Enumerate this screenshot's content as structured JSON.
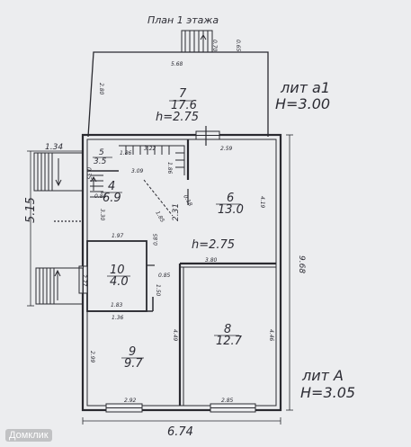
{
  "title": "План 1 этажа",
  "watermark": "Домклик",
  "blocks": [
    {
      "lit": "лит а1",
      "height": "H=3.00"
    },
    {
      "lit": "лит А",
      "height": "H=3.05"
    }
  ],
  "rooms": [
    {
      "num": "7",
      "area": "17.6",
      "h": "h=2.75"
    },
    {
      "num": "5",
      "area": "3.5"
    },
    {
      "num": "4",
      "area": "6.9"
    },
    {
      "num": "6",
      "area": "13.0"
    },
    {
      "num": "10",
      "area": "4.0"
    },
    {
      "num": "8",
      "area": "12.7"
    },
    {
      "num": "9",
      "area": "9.7"
    }
  ],
  "h_main": "h=2.75",
  "dims": {
    "top_stair": "0.70",
    "top_stair2": "0.65",
    "veranda_w": "5.68",
    "veranda_h": "2.80",
    "left_porch": "1.34",
    "r5_w": "1.86",
    "r5_2": "3.22",
    "r6_w": "2.59",
    "r4_w": "3.09",
    "r4_v": "1.86",
    "small1": "0.35",
    "small2": "0.84",
    "r4_h": "3.30",
    "diag1": "1.85",
    "diag2": "0.18",
    "corr": "2.31",
    "r6_h": "4.19",
    "left_total": "5.15",
    "r10_top": "1.97",
    "r10_v": "0.85",
    "r10_h": "1.83",
    "r10_side": "1.50",
    "r10_w": "1.36",
    "r10_l": "2.77",
    "r8_top": "3.80",
    "r8_small": "0.85",
    "right_total": "9.68",
    "r9_h": "4.49",
    "r8_h": "4.46",
    "r9_left": "2.99",
    "r9_w": "2.92",
    "r8_w": "2.85",
    "bottom_total": "6.74"
  }
}
